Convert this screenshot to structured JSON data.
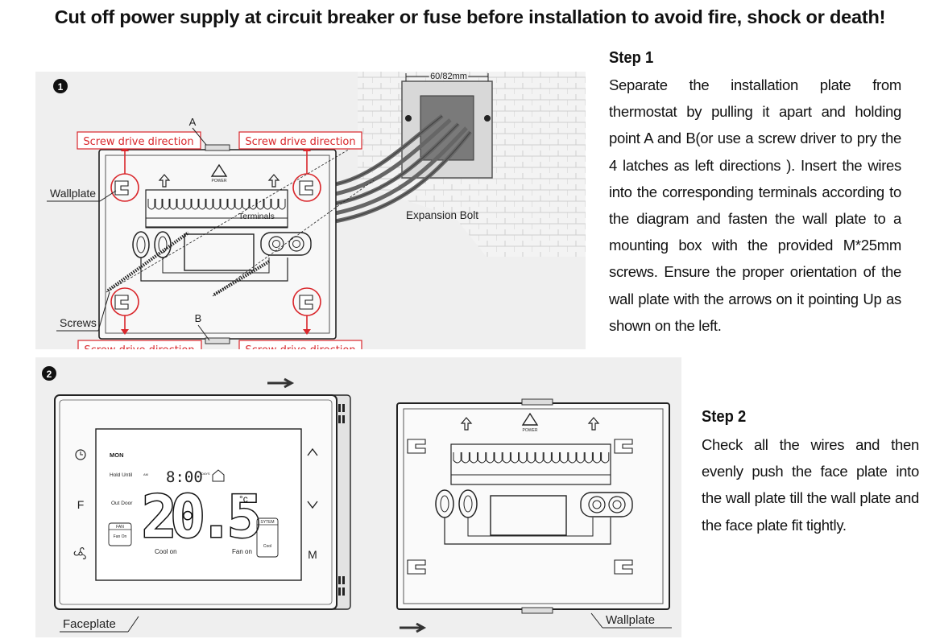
{
  "warning": "Cut off power supply at circuit breaker or fuse before installation to avoid fire, shock or death!",
  "step1": {
    "title": "Step 1",
    "text": "Separate the installation plate from thermostat by pulling it apart and holding point A and B(or use a screw driver to pry the 4 latches as left directions ). Insert the wires into the corresponding terminals according to the diagram and fasten the wall plate to a mounting box with the provided M*25mm screws. Ensure the proper orientation of the wall plate with the arrows on it pointing Up as shown on the left."
  },
  "step2": {
    "title": "Step 2",
    "text": "Check all the wires and then evenly push the face plate into the wall plate till the wall plate and the face plate fit tightly."
  },
  "figure1": {
    "number": "1",
    "screw_direction_label": "Screw drive direction",
    "point_a": "A",
    "point_b": "B",
    "wallplate_label": "Wallplate",
    "screws_label": "Screws",
    "terminals_label": "Terminals",
    "expansion_bolt_label": "Expansion Bolt",
    "box_dimension": "60/82mm",
    "power_mark": "POWER",
    "accent_red": "#d9262b"
  },
  "figure2": {
    "number": "2",
    "faceplate_label": "Faceplate",
    "wallplate_label": "Wallplate",
    "display": {
      "day": "MON",
      "hold_until": "Hold Until",
      "am": "AM",
      "time": "8:00",
      "days": "DAYS",
      "outdoor": "Out Door",
      "temperature": "20.5",
      "unit": "°c",
      "fan_box_title": "FAN",
      "fan_box_value": "Fan On",
      "system_box_title": "SYTEM",
      "system_box_value": "Cool",
      "cool_on": "Cool on",
      "fan_on": "Fan on"
    },
    "left_buttons": [
      "clock-icon",
      "F",
      "fan-icon"
    ],
    "right_buttons": [
      "^",
      "v",
      "M"
    ],
    "power_mark": "POWER"
  }
}
